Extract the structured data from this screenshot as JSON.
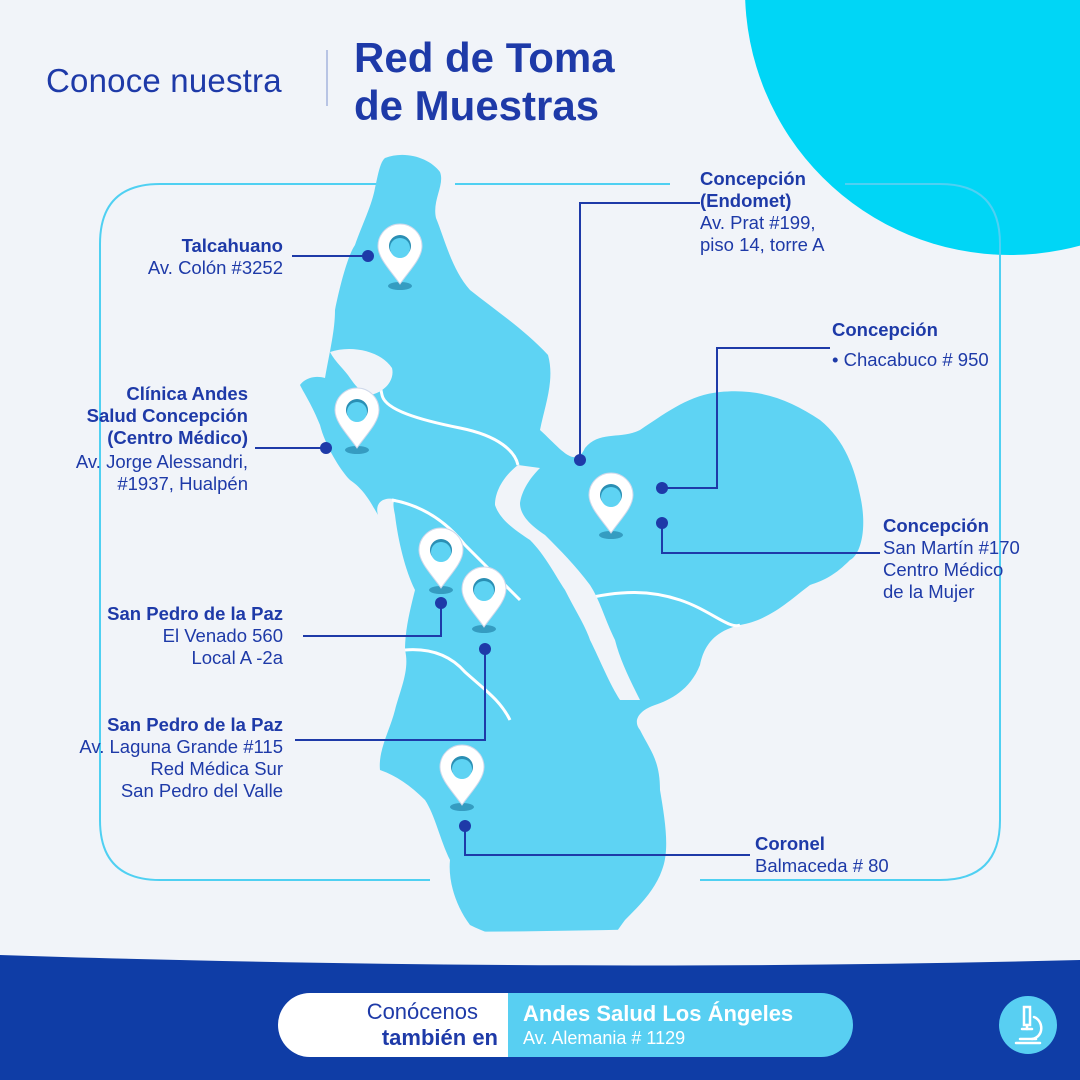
{
  "header": {
    "pre_title": "Conoce nuestra",
    "title_line1": "Red de Toma",
    "title_line2": "de Muestras"
  },
  "locations": {
    "talcahuano": {
      "name": "Talcahuano",
      "address": "Av. Colón #3252"
    },
    "clinica": {
      "name_line1": "Clínica Andes",
      "name_line2": "Salud Concepción",
      "name_line3": "(Centro Médico)",
      "address_line1": "Av. Jorge Alessandri,",
      "address_line2": "#1937, Hualpén"
    },
    "concepcion_endomet": {
      "name_line1": "Concepción",
      "name_line2": "(Endomet)",
      "address_line1": "Av. Prat #199,",
      "address_line2": "piso 14, torre A"
    },
    "concepcion_chacabuco": {
      "name": "Concepción",
      "address": "• Chacabuco # 950"
    },
    "concepcion_sanmartin": {
      "name": "Concepción",
      "address_line1": "San Martín #170",
      "address_line2": "Centro Médico",
      "address_line3": "de la Mujer"
    },
    "san_pedro_venado": {
      "name": "San Pedro de la Paz",
      "address_line1": "El Venado 560",
      "address_line2": "Local A -2a"
    },
    "san_pedro_laguna": {
      "name": "San Pedro de la Paz",
      "address_line1": "Av. Laguna Grande #115",
      "address_line2": "Red Médica Sur",
      "address_line3": "San Pedro del Valle"
    },
    "coronel": {
      "name": "Coronel",
      "address": "Balmaceda # 80"
    }
  },
  "footer": {
    "conocenos": "Conócenos",
    "tambien": "también en",
    "andes_name": "Andes Salud Los Ángeles",
    "andes_address": "Av. Alemania # 1129"
  },
  "icons": {
    "pin": "location-pin-icon",
    "footer": "microscope-icon"
  },
  "colors": {
    "navy": "#1e3aa8",
    "map_fill": "#5ed3f3",
    "cyan": "#00d4f6",
    "page_bg": "#f1f4f9",
    "footer_dark": "#0f3da6"
  }
}
